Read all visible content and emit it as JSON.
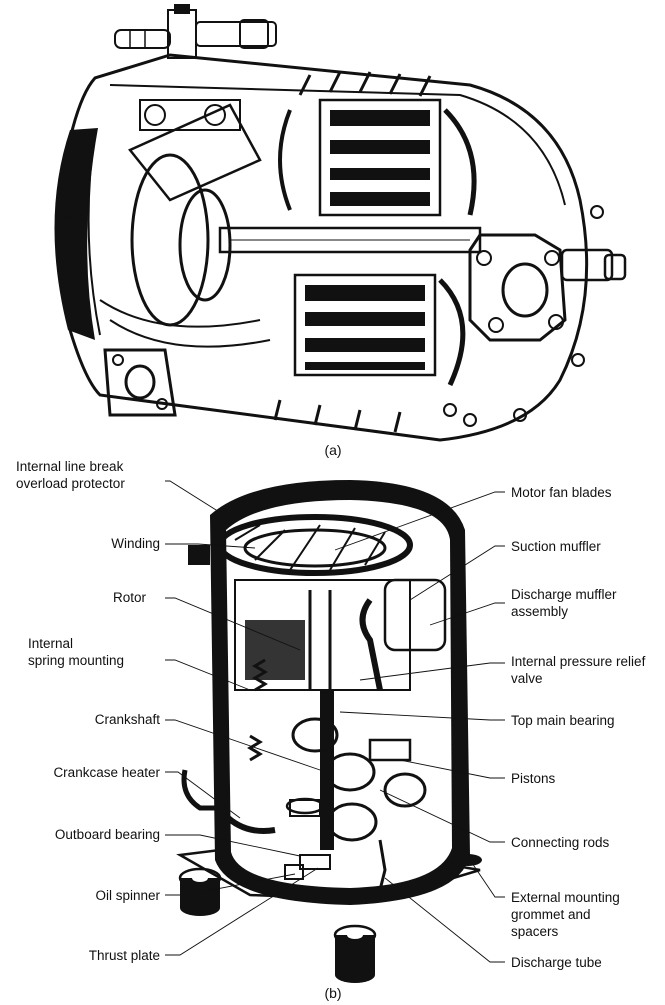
{
  "figure_a": {
    "caption": "(a)"
  },
  "figure_b": {
    "caption": "(b)",
    "labels_left": [
      {
        "id": "overload",
        "lines": [
          "Internal line break",
          "overload protector"
        ]
      },
      {
        "id": "winding",
        "lines": [
          "Winding"
        ]
      },
      {
        "id": "rotor",
        "lines": [
          "Rotor"
        ]
      },
      {
        "id": "spring",
        "lines": [
          "Internal",
          "spring mounting"
        ]
      },
      {
        "id": "crankshaft",
        "lines": [
          "Crankshaft"
        ]
      },
      {
        "id": "heater",
        "lines": [
          "Crankcase heater"
        ]
      },
      {
        "id": "outboard",
        "lines": [
          "Outboard bearing"
        ]
      },
      {
        "id": "spinner",
        "lines": [
          "Oil spinner"
        ]
      },
      {
        "id": "thrust",
        "lines": [
          "Thrust plate"
        ]
      }
    ],
    "labels_right": [
      {
        "id": "fan",
        "lines": [
          "Motor fan blades"
        ]
      },
      {
        "id": "suction",
        "lines": [
          "Suction muffler"
        ]
      },
      {
        "id": "discharge_muffler",
        "lines": [
          "Discharge muffler",
          "assembly"
        ]
      },
      {
        "id": "relief",
        "lines": [
          "Internal pressure relief",
          "valve"
        ]
      },
      {
        "id": "top_bearing",
        "lines": [
          "Top main bearing"
        ]
      },
      {
        "id": "pistons",
        "lines": [
          "Pistons"
        ]
      },
      {
        "id": "rods",
        "lines": [
          "Connecting rods"
        ]
      },
      {
        "id": "grommet",
        "lines": [
          "External mounting",
          "grommet and",
          "spacers"
        ]
      },
      {
        "id": "tube",
        "lines": [
          "Discharge tube"
        ]
      }
    ]
  }
}
